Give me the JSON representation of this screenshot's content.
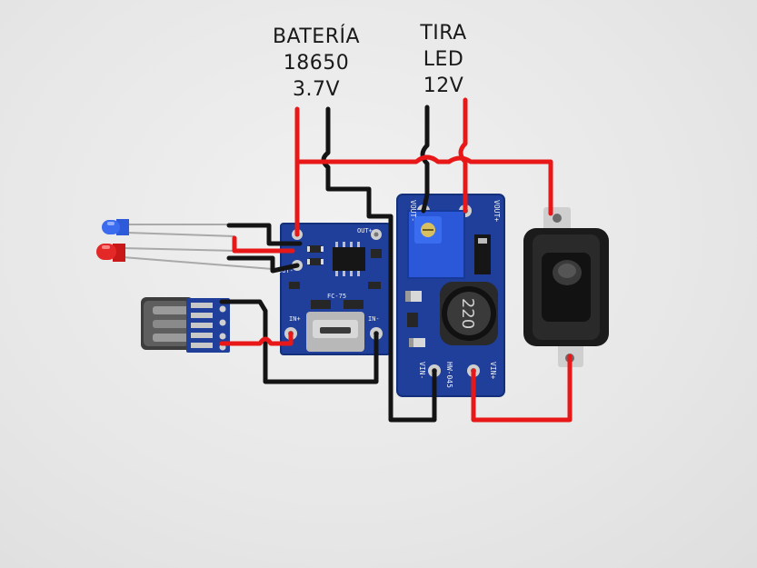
{
  "labels": {
    "battery": [
      "BATERÍA",
      "18650",
      "3.7V"
    ],
    "led": [
      "TIRA",
      "LED",
      "12V"
    ]
  },
  "boards": {
    "charger": {
      "pin_out_plus": "OUT+",
      "pin_out_minus": "OUT-",
      "pin_in_plus": "IN+",
      "pin_in_minus": "IN-",
      "silk": "FC-75"
    },
    "boost": {
      "pin_vout_minus": "VOUT-",
      "pin_vout_plus": "VOUT+",
      "pin_vin_minus": "VIN-",
      "pin_vin_plus": "VIN+",
      "model": "HW-045",
      "inductor": "220"
    }
  },
  "colors": {
    "wire_red": "#e81818",
    "wire_black": "#141414",
    "pcb": "#1f3f9a",
    "led_red": "#e02020",
    "led_blue": "#2050e0"
  }
}
